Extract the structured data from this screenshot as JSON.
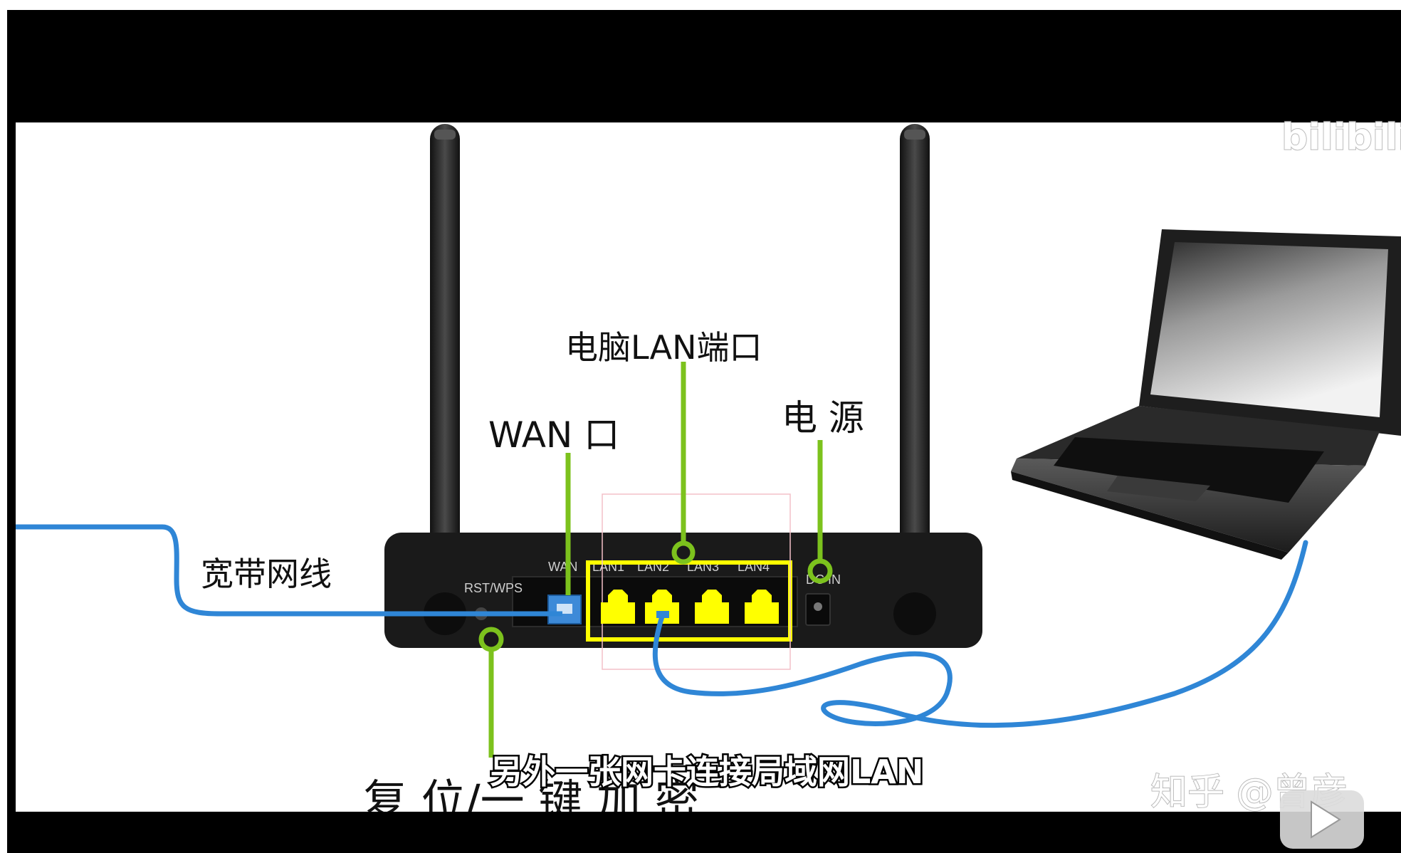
{
  "labels": {
    "lan_port_pc": "电脑LAN端口",
    "wan_port": "WAN 口",
    "power": "电 源",
    "broadband_cable": "宽带网线",
    "reset_wps": "复 位/一 键 加 密"
  },
  "ports": {
    "rst_wps": "RST/WPS",
    "wan": "WAN",
    "lan1": "LAN1",
    "lan2": "LAN2",
    "lan3": "LAN3",
    "lan4": "LAN4",
    "dc_in": "DC IN"
  },
  "subtitle": "另外一张网卡连接局域网LAN",
  "watermarks": {
    "bilibili": "bilibili",
    "zhihu": "知乎 @曾彦"
  },
  "colors": {
    "cable_blue": "#2f86d6",
    "callout_green": "#7cc21d",
    "highlight_yellow": "#ffff00",
    "router_body": "#1a1a1a"
  }
}
